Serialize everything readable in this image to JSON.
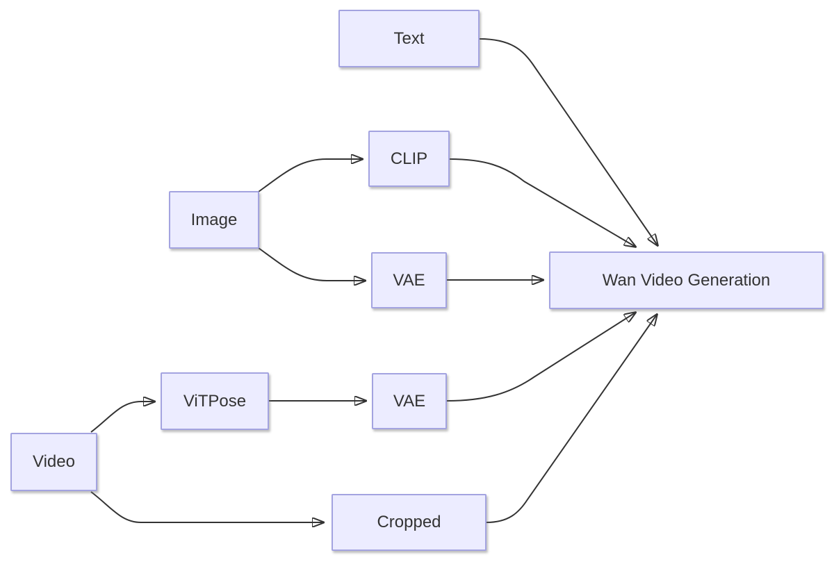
{
  "diagram": {
    "type": "flowchart",
    "direction": "left-to-right",
    "nodes": {
      "text": {
        "label": "Text"
      },
      "clip": {
        "label": "CLIP"
      },
      "image": {
        "label": "Image"
      },
      "vae_image": {
        "label": "VAE"
      },
      "wan": {
        "label": "Wan Video Generation"
      },
      "vitpose": {
        "label": "ViTPose"
      },
      "vae_pose": {
        "label": "VAE"
      },
      "video": {
        "label": "Video"
      },
      "cropped": {
        "label": "Cropped"
      }
    },
    "edges": [
      {
        "from": "Text",
        "to": "Wan Video Generation"
      },
      {
        "from": "Image",
        "to": "CLIP"
      },
      {
        "from": "Image",
        "to": "VAE (image)"
      },
      {
        "from": "CLIP",
        "to": "Wan Video Generation"
      },
      {
        "from": "VAE (image)",
        "to": "Wan Video Generation"
      },
      {
        "from": "Video",
        "to": "ViTPose"
      },
      {
        "from": "Video",
        "to": "Cropped"
      },
      {
        "from": "ViTPose",
        "to": "VAE (pose)"
      },
      {
        "from": "VAE (pose)",
        "to": "Wan Video Generation"
      },
      {
        "from": "Cropped",
        "to": "Wan Video Generation"
      }
    ],
    "colors": {
      "node_fill": "#ECECFF",
      "node_border": "#A3A3E0",
      "edge": "#333333",
      "text": "#333333",
      "background": "#FFFFFF"
    }
  }
}
